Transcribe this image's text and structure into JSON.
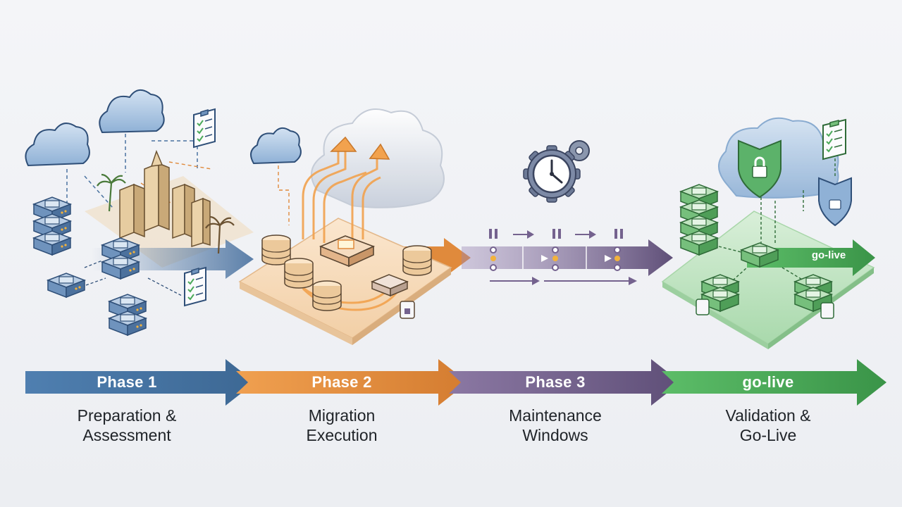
{
  "colors": {
    "phase1": "#4a72a0",
    "phase2": "#e08a3c",
    "phase3": "#74628e",
    "phase4": "#4caa5a",
    "background": "#f0f1f4"
  },
  "timeline": [
    {
      "label": "Phase 1",
      "title_line1": "Preparation &",
      "title_line2": "Assessment"
    },
    {
      "label": "Phase 2",
      "title_line1": "Migration",
      "title_line2": "Execution"
    },
    {
      "label": "Phase 3",
      "title_line1": "Maintenance",
      "title_line2": "Windows"
    },
    {
      "label": "go-live",
      "title_line1": "Validation &",
      "title_line2": "Go-Live"
    }
  ],
  "scene": {
    "golive_tag": "go-live",
    "icons": [
      "cloud-icon",
      "server-rack-icon",
      "city-icon",
      "clipboard-icon",
      "database-icon",
      "router-icon",
      "clock-gear-icon",
      "shield-lock-icon"
    ]
  }
}
